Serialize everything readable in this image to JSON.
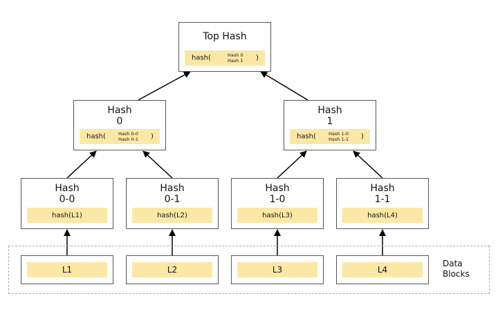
{
  "top": {
    "title": "Top Hash",
    "fn": "hash(",
    "arg1": "Hash 0",
    "arg2": "Hash 1",
    "close": ")"
  },
  "h0": {
    "title1": "Hash",
    "title2": "0",
    "fn": "hash(",
    "arg1": "Hash 0-0",
    "arg2": "Hash 0-1",
    "close": ")"
  },
  "h1": {
    "title1": "Hash",
    "title2": "1",
    "fn": "hash(",
    "arg1": "Hash 1-0",
    "arg2": "Hash 1-1",
    "close": ")"
  },
  "leaves_hash": [
    {
      "title1": "Hash",
      "title2": "0-0",
      "value": "hash(L1)"
    },
    {
      "title1": "Hash",
      "title2": "0-1",
      "value": "hash(L2)"
    },
    {
      "title1": "Hash",
      "title2": "1-0",
      "value": "hash(L3)"
    },
    {
      "title1": "Hash",
      "title2": "1-1",
      "value": "hash(L4)"
    }
  ],
  "blocks": [
    "L1",
    "L2",
    "L3",
    "L4"
  ],
  "blocks_label": {
    "line1": "Data",
    "line2": "Blocks"
  }
}
